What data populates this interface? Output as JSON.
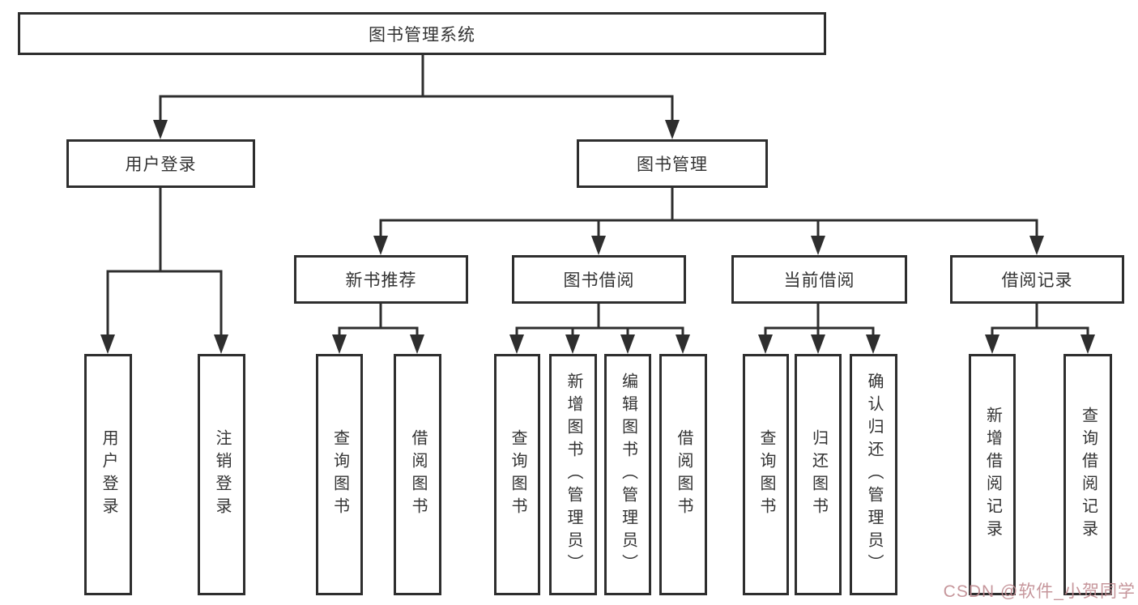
{
  "nodes": {
    "root": {
      "label": "图书管理系统"
    },
    "l2": [
      {
        "label": "用户登录"
      },
      {
        "label": "图书管理"
      }
    ],
    "l3": [
      {
        "label": "新书推荐"
      },
      {
        "label": "图书借阅"
      },
      {
        "label": "当前借阅"
      },
      {
        "label": "借阅记录"
      }
    ],
    "leaf": [
      {
        "label": "用户登录"
      },
      {
        "label": "注销登录"
      },
      {
        "label": "查询图书"
      },
      {
        "label": "借阅图书"
      },
      {
        "label": "查询图书"
      },
      {
        "label": "新增图书（管理员）"
      },
      {
        "label": "编辑图书（管理员）"
      },
      {
        "label": "借阅图书"
      },
      {
        "label": "查询图书"
      },
      {
        "label": "归还图书"
      },
      {
        "label": "确认归还（管理员）"
      },
      {
        "label": "新增借阅记录"
      },
      {
        "label": "查询借阅记录"
      }
    ]
  },
  "watermark": {
    "text": "CSDN @软件_小贺同学"
  },
  "colors": {
    "line": "#2e2e2e",
    "text": "#333333",
    "background": "#ffffff",
    "watermark": "#c08b91"
  }
}
